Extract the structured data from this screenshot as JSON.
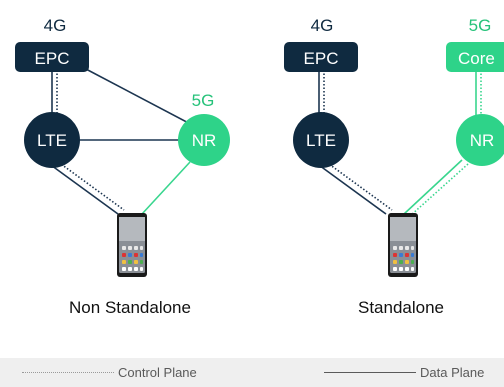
{
  "colors": {
    "navy": "#0f2a40",
    "green": "#2ed389",
    "green_text": "#26c27a",
    "line_dark": "#1c3550",
    "line_green": "#39d68e"
  },
  "nsa": {
    "gen_4g": "4G",
    "epc": "EPC",
    "gen_5g": "5G",
    "lte": "LTE",
    "nr": "NR",
    "caption": "Non Standalone"
  },
  "sa": {
    "gen_4g": "4G",
    "epc": "EPC",
    "gen_5g": "5G",
    "core": "Core",
    "lte": "LTE",
    "nr": "NR",
    "caption": "Standalone"
  },
  "legend": {
    "control_plane": "Control Plane",
    "data_plane": "Data Plane"
  },
  "icons": {
    "phone": "smartphone-icon"
  }
}
